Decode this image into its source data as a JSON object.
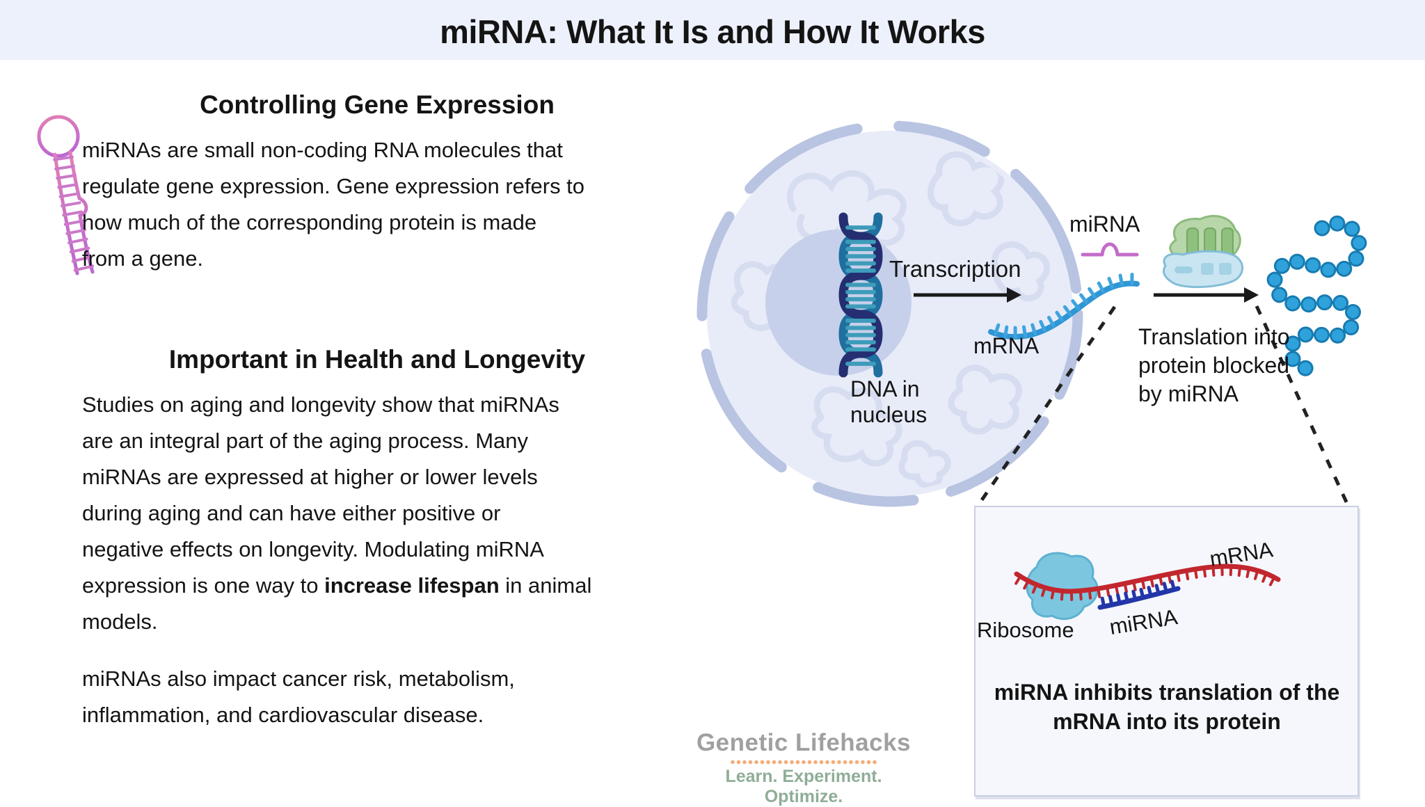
{
  "palette": {
    "header_bg": "#edf1fb",
    "text": "#141414",
    "mrna_blue": "#2e96d4",
    "mrna_tick_blue": "#3fa4de",
    "mirna_pink": "#c36cc8",
    "hairpin_pink_top": "#e57fb4",
    "hairpin_purple_bottom": "#bb68d2",
    "dna_navy": "#242e70",
    "dna_teal": "#1f6f9f",
    "dna_rung_teal": "#3d9cba",
    "cell_fill": "#e8ecf8",
    "cell_membrane": "#b8c4e1",
    "nucleolus": "#c7d0ea",
    "chromatin": "#d7ddf0",
    "ribosome_green": "#b7d6aa",
    "ribosome_green_bars": "#8fc07e",
    "ribosome_blue": "#c9e5f1",
    "protein_bead_outer": "#177bb0",
    "protein_bead_inner": "#2fa2dc",
    "arrow_black": "#1a1a1a",
    "inset_bg": "#f5f7fc",
    "inset_border": "#c9d0e2",
    "inset_mrna_red": "#c2272e",
    "inset_mirna_navy": "#2236a8",
    "inset_ribosome_blue": "#7cc6df",
    "logo_gray": "#a0a0a0",
    "logo_green": "#8fad96",
    "logo_dots_orange": "#f2ac77"
  },
  "header": {
    "title": "miRNA: What It Is and How It Works"
  },
  "sections": {
    "gene_expression": {
      "heading": "Controlling Gene Expression",
      "lines": [
        "miRNAs are small non-coding RNA molecules that",
        "regulate gene expression. Gene expression refers to",
        "how much of the corresponding protein is made",
        "from a gene."
      ]
    },
    "health_longevity": {
      "heading": "Important in Health and Longevity",
      "lines": [
        "Studies on aging and longevity show that miRNAs",
        "are an integral part of the aging process. Many",
        "miRNAs are expressed at higher or lower levels",
        "during aging and can have either positive or",
        "negative effects on longevity. Modulating miRNA"
      ],
      "line6": {
        "before": "expression is one way to ",
        "bold": "increase lifespan",
        "after": " in animal"
      },
      "line7": "models."
    },
    "other_impacts": {
      "lines": [
        "miRNAs also impact cancer risk, metabolism,",
        "inflammation, and cardiovascular disease."
      ]
    }
  },
  "diagram": {
    "labels": {
      "transcription": "Transcription",
      "mirna": "miRNA",
      "mrna": "mRNA",
      "dna_in_nucleus": "DNA in nucleus",
      "translation_blocked": "Translation into protein blocked by miRNA"
    },
    "inset": {
      "ribosome_label": "Ribosome",
      "mirna_label": "miRNA",
      "mrna_label": "mRNA",
      "caption": "miRNA inhibits translation of the mRNA into its protein"
    }
  },
  "logo": {
    "name": "Genetic Lifehacks",
    "tagline": "Learn. Experiment. Optimize."
  }
}
